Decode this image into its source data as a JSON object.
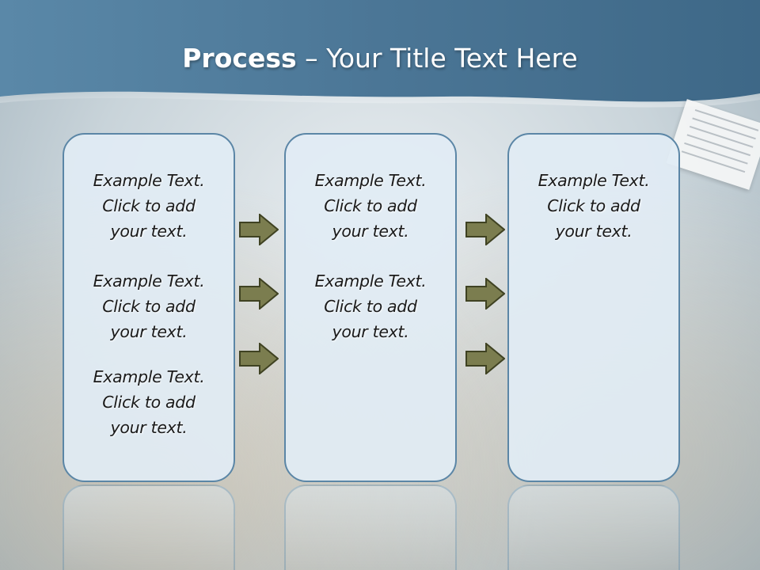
{
  "title": {
    "bold": "Process",
    "rest": " – Your Title Text Here"
  },
  "colors": {
    "header": "#4f7a99",
    "box_border": "#5b86a6",
    "arrow_fill": "#7b7d4f",
    "arrow_stroke": "#3f4222"
  },
  "columns": [
    {
      "blocks": [
        {
          "line1": "Example Text.",
          "line2": "Click  to add",
          "line3": "your text."
        },
        {
          "line1": "Example Text.",
          "line2": "Click  to add",
          "line3": "your text."
        },
        {
          "line1": "Example Text.",
          "line2": "Click  to add",
          "line3": "your text."
        }
      ]
    },
    {
      "blocks": [
        {
          "line1": "Example Text.",
          "line2": "Click  to add",
          "line3": "your text."
        },
        {
          "line1": "Example Text.",
          "line2": "Click  to add",
          "line3": "your text."
        }
      ]
    },
    {
      "blocks": [
        {
          "line1": "Example Text.",
          "line2": "Click  to add",
          "line3": "your text."
        }
      ]
    }
  ],
  "arrows": {
    "icon": "right-arrow-icon",
    "count_per_gap": 3
  }
}
